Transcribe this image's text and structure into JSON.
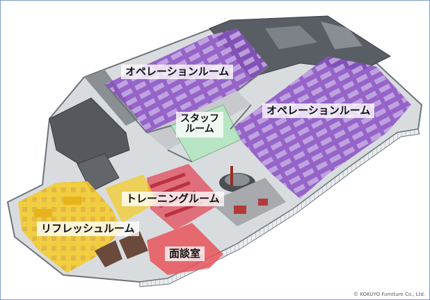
{
  "map": {
    "rooms": [
      {
        "id": "operation-room-upper",
        "label": "オペレーションルーム",
        "color": "#8a4fc4"
      },
      {
        "id": "operation-room-lower",
        "label": "オペレーションルーム",
        "color": "#8a4fc4"
      },
      {
        "id": "staff-room",
        "label_line1": "スタッフ",
        "label_line2": "ルーム",
        "color": "#8fd6a0"
      },
      {
        "id": "training-room",
        "label": "トレーニングルーム",
        "color": "#e05a6a"
      },
      {
        "id": "refresh-room",
        "label": "リフレッシュルーム",
        "color": "#f2cc2a"
      },
      {
        "id": "interview-room",
        "label": "面談室",
        "color": "#e8555c"
      }
    ],
    "credit": "© KOKUYO Furniture Co., Ltd."
  }
}
